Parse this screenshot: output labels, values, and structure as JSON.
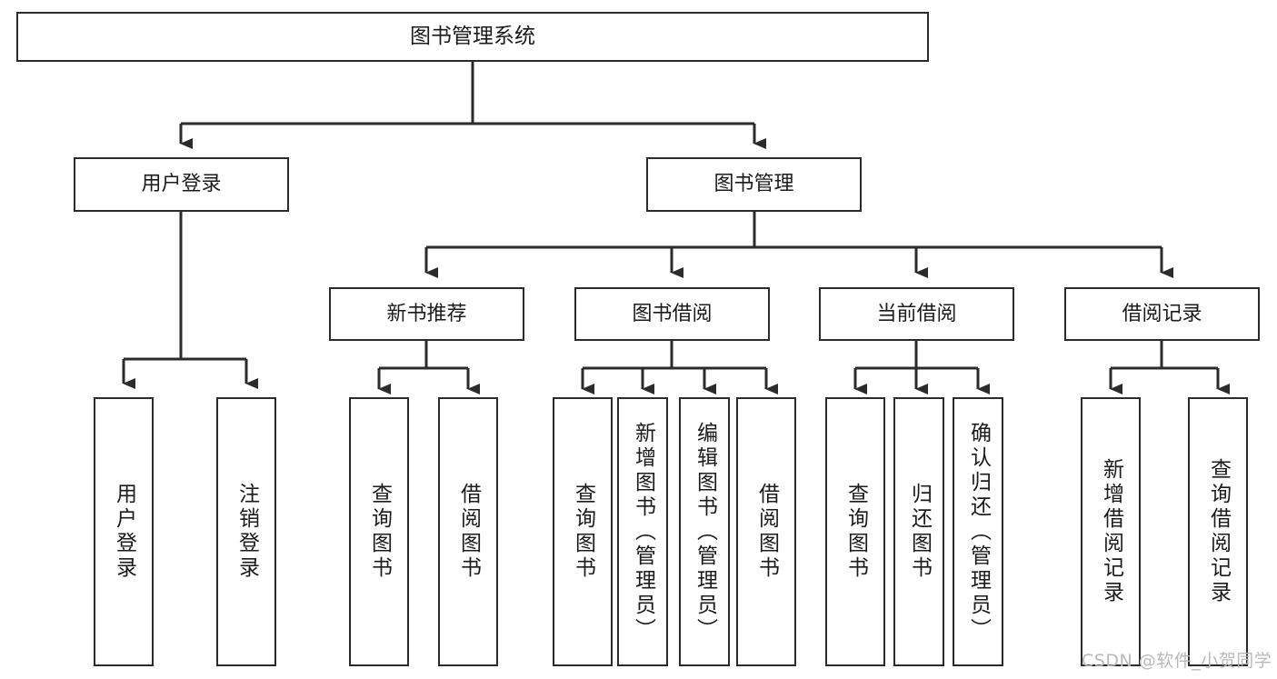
{
  "diagram": {
    "title": "图书管理系统",
    "type": "tree",
    "orientation": "top-down",
    "colors": {
      "node_border": "#2b2b2b",
      "node_fill": "#ffffff",
      "edge": "#2b2b2b",
      "text": "#1b1b1b",
      "watermark": "#b9b9b9",
      "background": "#ffffff"
    },
    "watermark": "CSDN @软件_小贺同学"
  },
  "nodes": {
    "root": {
      "label": "图书管理系统",
      "level": 1
    },
    "level2": [
      {
        "id": "user-login",
        "label": "用户登录"
      },
      {
        "id": "book-management",
        "label": "图书管理"
      }
    ],
    "level3": [
      {
        "id": "new-book-recommend",
        "label": "新书推荐"
      },
      {
        "id": "book-borrow",
        "label": "图书借阅"
      },
      {
        "id": "current-borrow",
        "label": "当前借阅"
      },
      {
        "id": "borrow-record",
        "label": "借阅记录"
      }
    ],
    "leaves": {
      "user_login": [
        {
          "id": "leaf-user-login",
          "label": "用户登录"
        },
        {
          "id": "leaf-logout-login",
          "label": "注销登录"
        }
      ],
      "new_book_recommend": [
        {
          "id": "leaf-query-book-1",
          "label": "查询图书"
        },
        {
          "id": "leaf-borrow-book-1",
          "label": "借阅图书"
        }
      ],
      "book_borrow": [
        {
          "id": "leaf-query-book-2",
          "label": "查询图书"
        },
        {
          "id": "leaf-add-book",
          "label": "新增图书（管理员）"
        },
        {
          "id": "leaf-edit-book",
          "label": "编辑图书（管理员）"
        },
        {
          "id": "leaf-borrow-book-2",
          "label": "借阅图书"
        }
      ],
      "current_borrow": [
        {
          "id": "leaf-query-book-3",
          "label": "查询图书"
        },
        {
          "id": "leaf-return-book",
          "label": "归还图书"
        },
        {
          "id": "leaf-confirm-return",
          "label": "确认归还（管理员）"
        }
      ],
      "borrow_record": [
        {
          "id": "leaf-add-borrow-record",
          "label": "新增借阅记录"
        },
        {
          "id": "leaf-query-borrow-record",
          "label": "查询借阅记录"
        }
      ]
    }
  }
}
